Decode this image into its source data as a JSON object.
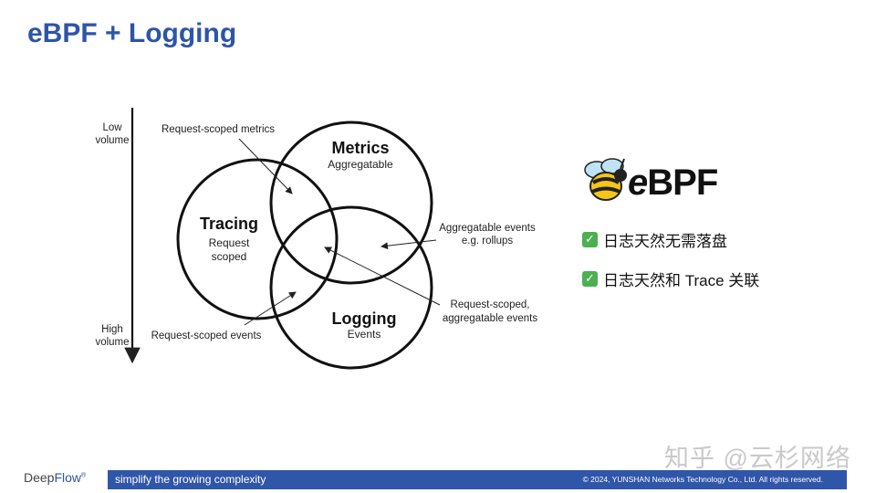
{
  "slide": {
    "title": "eBPF + Logging"
  },
  "diagram": {
    "axis": {
      "top_label": [
        "Low",
        "volume"
      ],
      "bottom_label": [
        "High",
        "volume"
      ]
    },
    "circles": {
      "metrics": {
        "title": "Metrics",
        "subtitle": "Aggregatable"
      },
      "tracing": {
        "title": "Tracing",
        "subtitle_line1": "Request",
        "subtitle_line2": "scoped"
      },
      "logging": {
        "title": "Logging",
        "subtitle": "Events"
      }
    },
    "annotations": {
      "request_scoped_metrics": "Request-scoped metrics",
      "aggregatable_events_line1": "Aggregatable events",
      "aggregatable_events_line2": "e.g. rollups",
      "request_scoped_aggregatable_line1": "Request-scoped,",
      "request_scoped_aggregatable_line2": "aggregatable events",
      "request_scoped_events": "Request-scoped events"
    }
  },
  "ebpf_panel": {
    "logo_text_e": "e",
    "logo_text_rest": "BPF",
    "logo_icon": "bee-icon",
    "bullets": [
      {
        "icon": "check-icon",
        "text": "日志天然无需落盘"
      },
      {
        "icon": "check-icon",
        "text": "日志天然和 Trace 关联"
      }
    ]
  },
  "footer": {
    "logo_part1": "Deep",
    "logo_part2": "Flow",
    "trademark": "®",
    "tagline": "simplify the growing complexity",
    "copyright": "© 2024, YUNSHAN Networks Technology Co., Ltd.  All rights reserved."
  },
  "watermark": "知乎 @云杉网络",
  "colors": {
    "title": "#2d55a8",
    "footer_bar": "#2f56a8",
    "check": "#4caf50"
  }
}
